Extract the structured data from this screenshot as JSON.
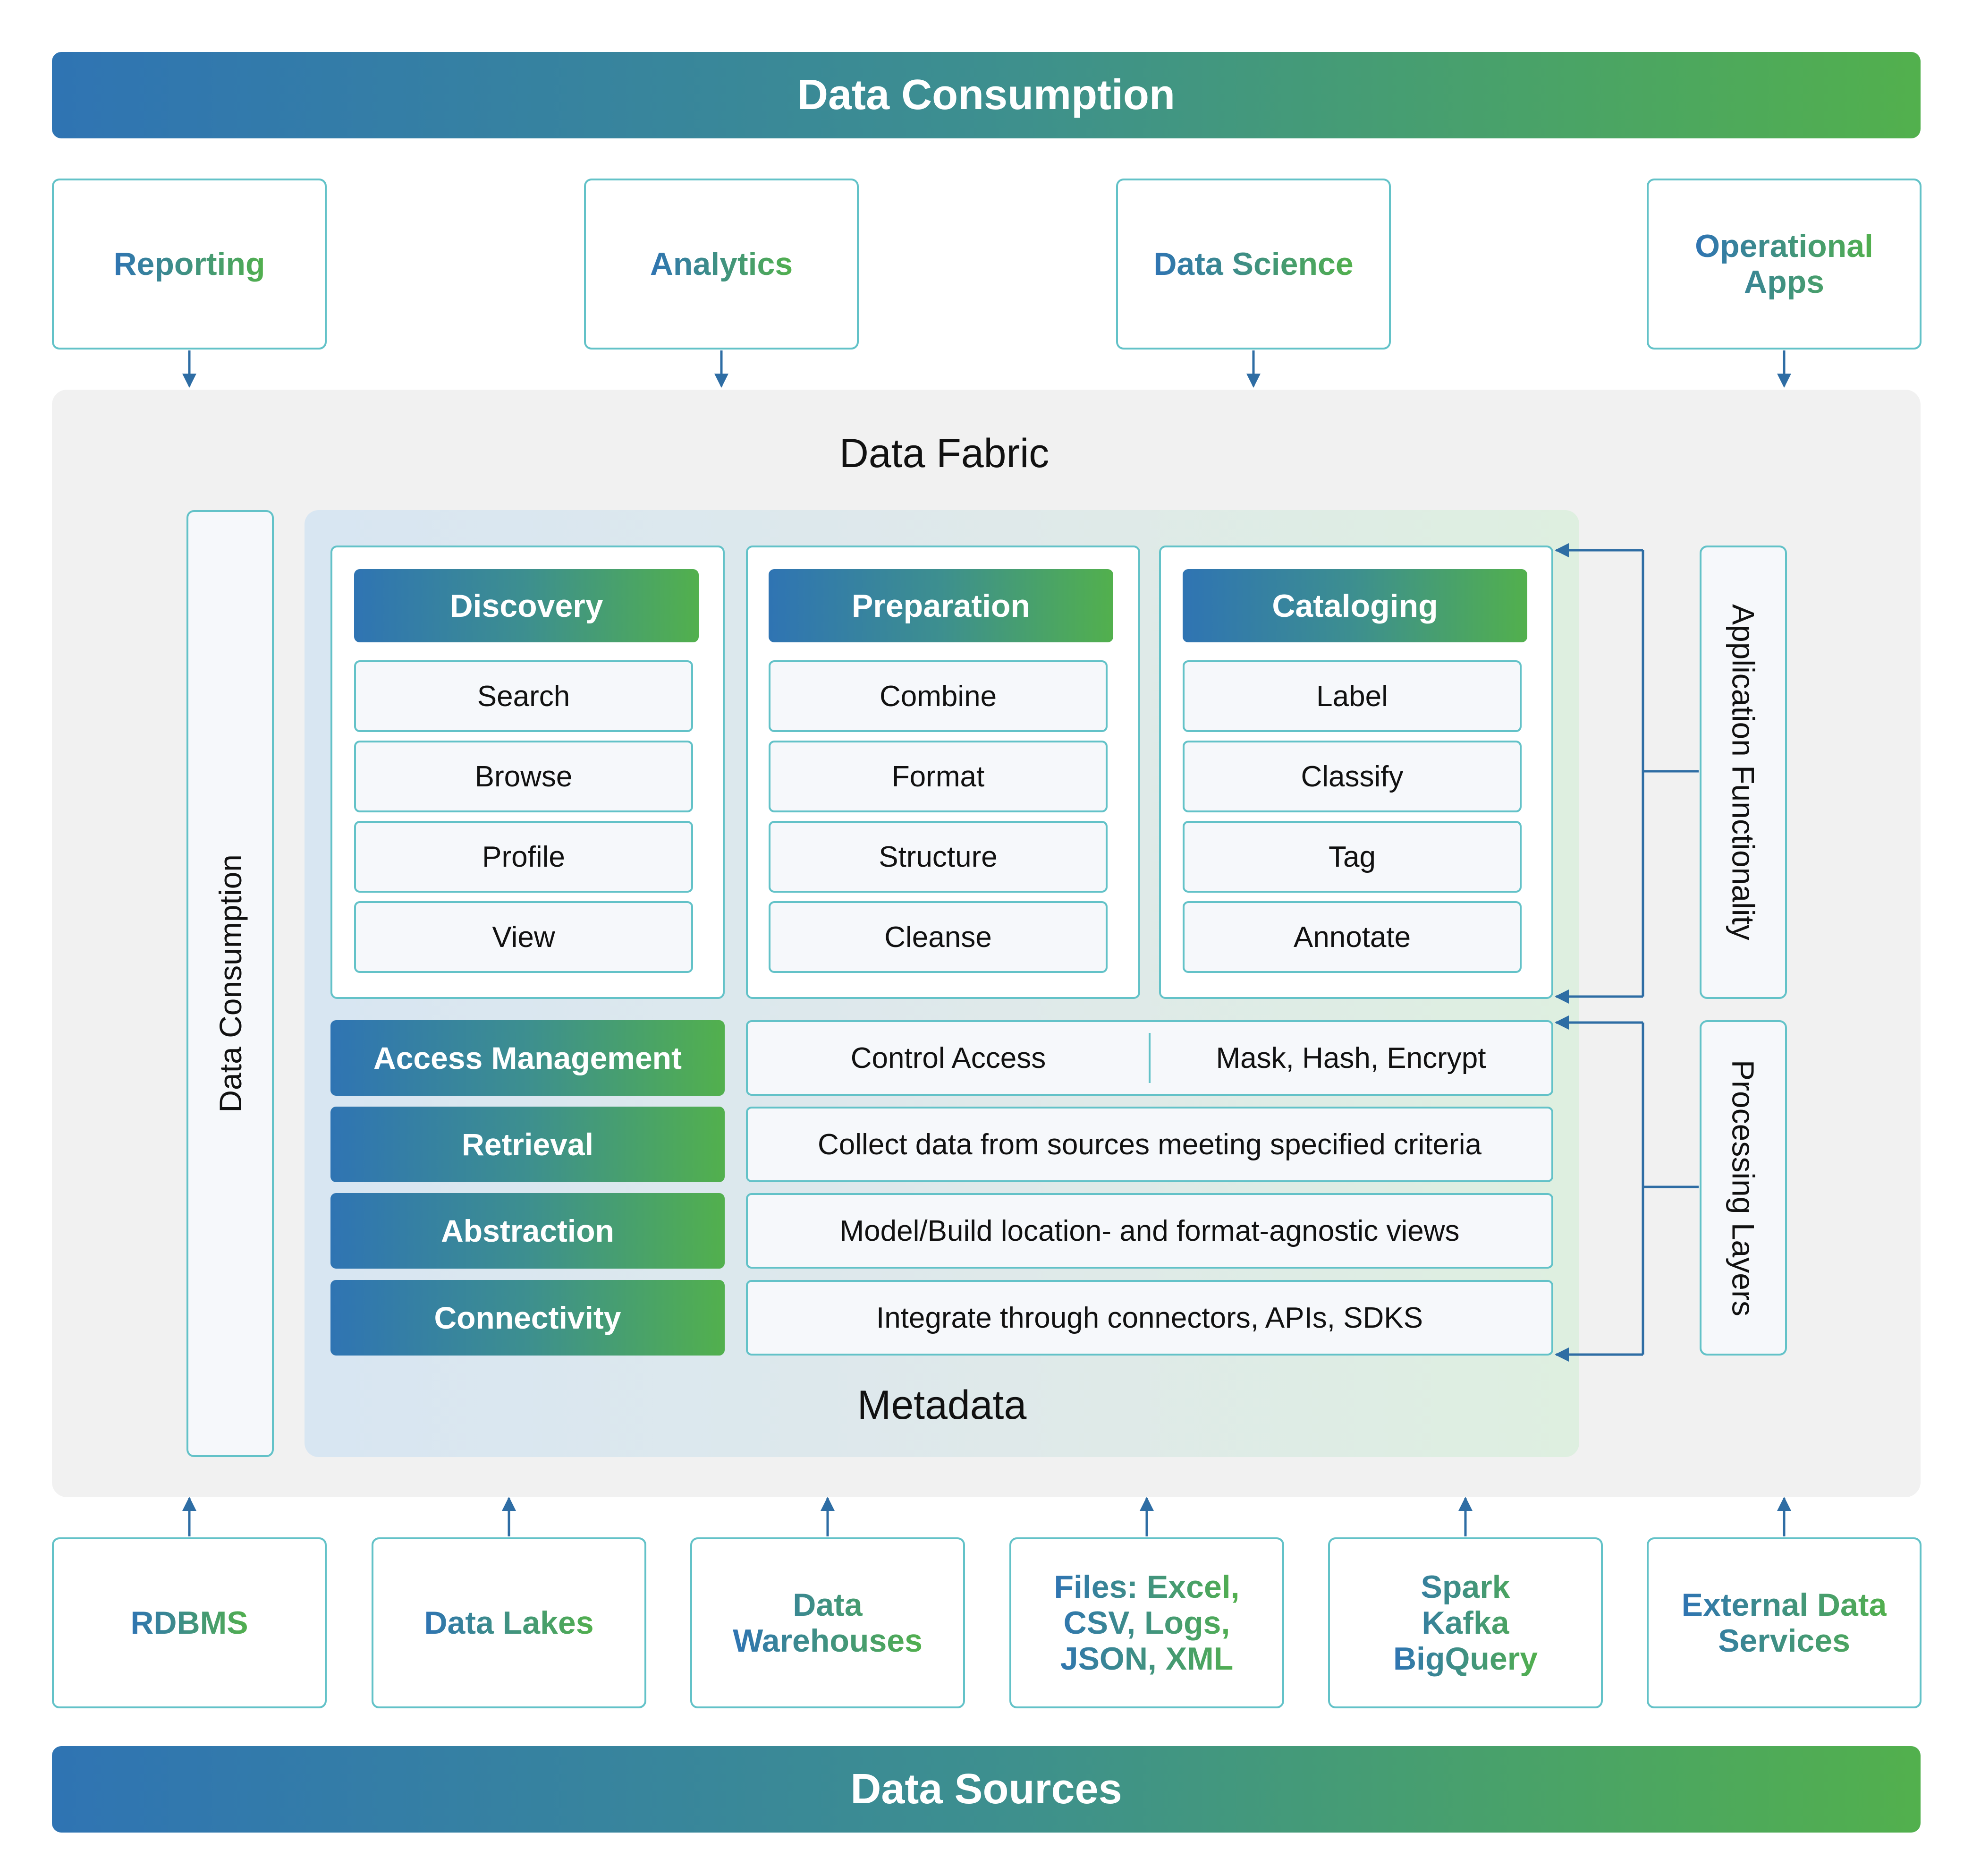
{
  "top_banner": "Data Consumption",
  "bottom_banner": "Data Sources",
  "consumers": [
    "Reporting",
    "Analytics",
    "Data Science",
    "Operational\nApps"
  ],
  "fabric": {
    "title": "Data Fabric",
    "metadata_label": "Metadata",
    "left_side_label": "Data Consumption",
    "right_labels": {
      "app": "Application Functionality",
      "proc": "Processing Layers"
    },
    "columns": [
      {
        "head": "Discovery",
        "items": [
          "Search",
          "Browse",
          "Profile",
          "View"
        ]
      },
      {
        "head": "Preparation",
        "items": [
          "Combine",
          "Format",
          "Structure",
          "Cleanse"
        ]
      },
      {
        "head": "Cataloging",
        "items": [
          "Label",
          "Classify",
          "Tag",
          "Annotate"
        ]
      }
    ],
    "layers": [
      {
        "head": "Access Management",
        "desc": [
          "Control Access",
          "Mask, Hash, Encrypt"
        ]
      },
      {
        "head": "Retrieval",
        "desc": "Collect data from sources meeting specified criteria"
      },
      {
        "head": "Abstraction",
        "desc": "Model/Build location- and format-agnostic views"
      },
      {
        "head": "Connectivity",
        "desc": "Integrate through connectors, APIs, SDKS"
      }
    ]
  },
  "sources": [
    "RDBMS",
    "Data Lakes",
    "Data\nWarehouses",
    "Files: Excel,\nCSV, Logs,\nJSON, XML",
    "Spark\nKafka\nBigQuery",
    "External Data\nServices"
  ],
  "colors": {
    "gradient_start": "#2f74b3",
    "gradient_end": "#52b04d",
    "border": "#63c2c8",
    "arrow": "#2e6da4"
  }
}
